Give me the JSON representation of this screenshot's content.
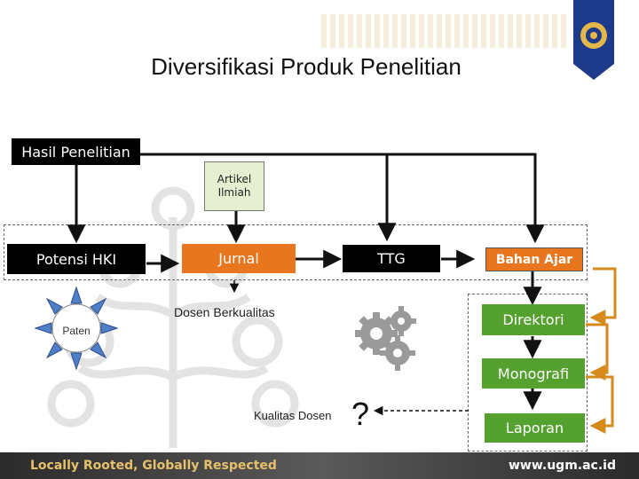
{
  "title": "Diversifikasi Produk Penelitian",
  "nodes": {
    "hasil_penelitian": "Hasil Penelitian",
    "artikel_ilmiah": "Artikel Ilmiah",
    "potensi_hki": "Potensi HKI",
    "jurnal": "Jurnal",
    "ttg": "TTG",
    "bahan_ajar": "Bahan Ajar",
    "dosen_berkualitas": "Dosen Berkualitas",
    "paten": "Paten",
    "direktori": "Direktori",
    "monografi": "Monografi",
    "kualitas_dosen": "Kualitas Dosen",
    "question": "?",
    "laporan": "Laporan"
  },
  "footer": {
    "slogan": "Locally Rooted, Globally Respected",
    "website": "www.ugm.ac.id"
  },
  "colors": {
    "dark_box": "#000000",
    "orange_box": "#e8761e",
    "green_box": "#55a130",
    "note_fill": "#e6efcf",
    "star_fill": "#4f7fc8",
    "emblem": "#1e3a8a"
  }
}
